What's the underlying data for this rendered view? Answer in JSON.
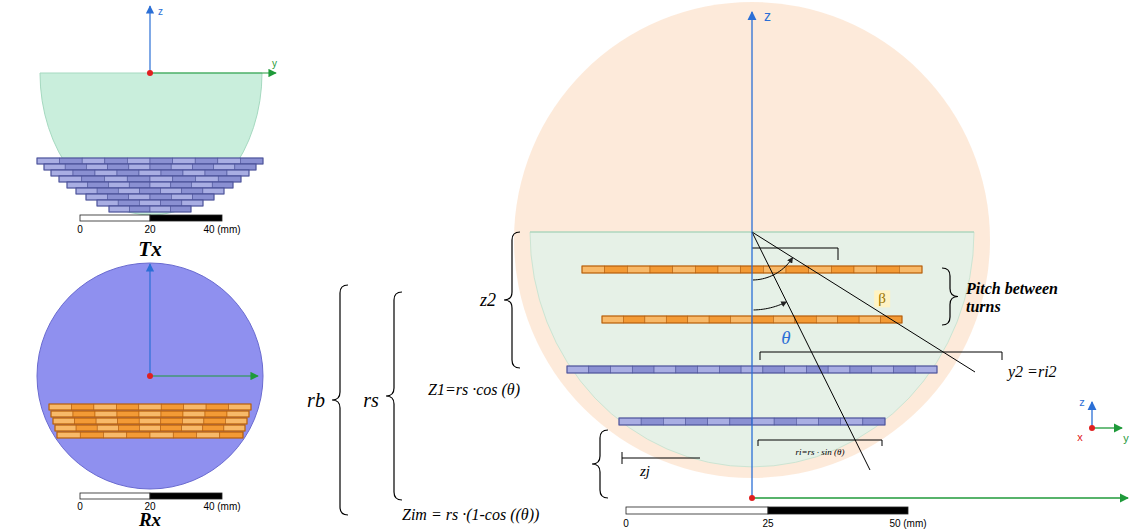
{
  "diagram": {
    "labels": [
      "z",
      "y",
      "0",
      "20",
      "40 (mm)",
      "Tx",
      "0",
      "20",
      "40 (mm)",
      "Rx",
      "rb",
      "rs",
      "z2",
      "Z1=rs ·cos (θ)",
      "β",
      "θ",
      "Pitch between turns",
      "y2 =ri2",
      "ri=rs · sin (θ)",
      "Zim = rs ·(1-cos ((θ))",
      "zj",
      "z",
      "0",
      "25",
      "50 (mm)",
      "z",
      "x",
      "y"
    ]
  }
}
